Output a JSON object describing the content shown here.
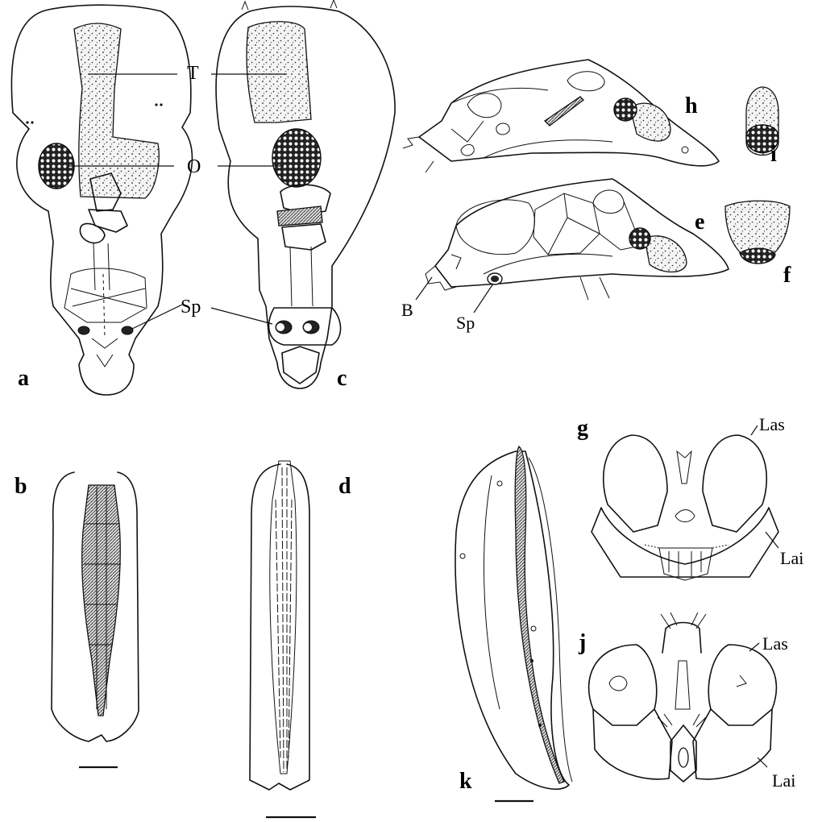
{
  "panels": {
    "a": "a",
    "b": "b",
    "c": "c",
    "d": "d",
    "e": "e",
    "f": "f",
    "g": "g",
    "h": "h",
    "i": "i",
    "j": "j",
    "k": "k"
  },
  "labels": {
    "T": "T",
    "O": "O",
    "Sp_a": "Sp",
    "Sp_e": "Sp",
    "B": "B",
    "Las_g": "Las",
    "Lai_g": "Lai",
    "Las_j": "Las",
    "Lai_j": "Lai"
  },
  "colors": {
    "ink": "#111111",
    "background": "#ffffff"
  }
}
